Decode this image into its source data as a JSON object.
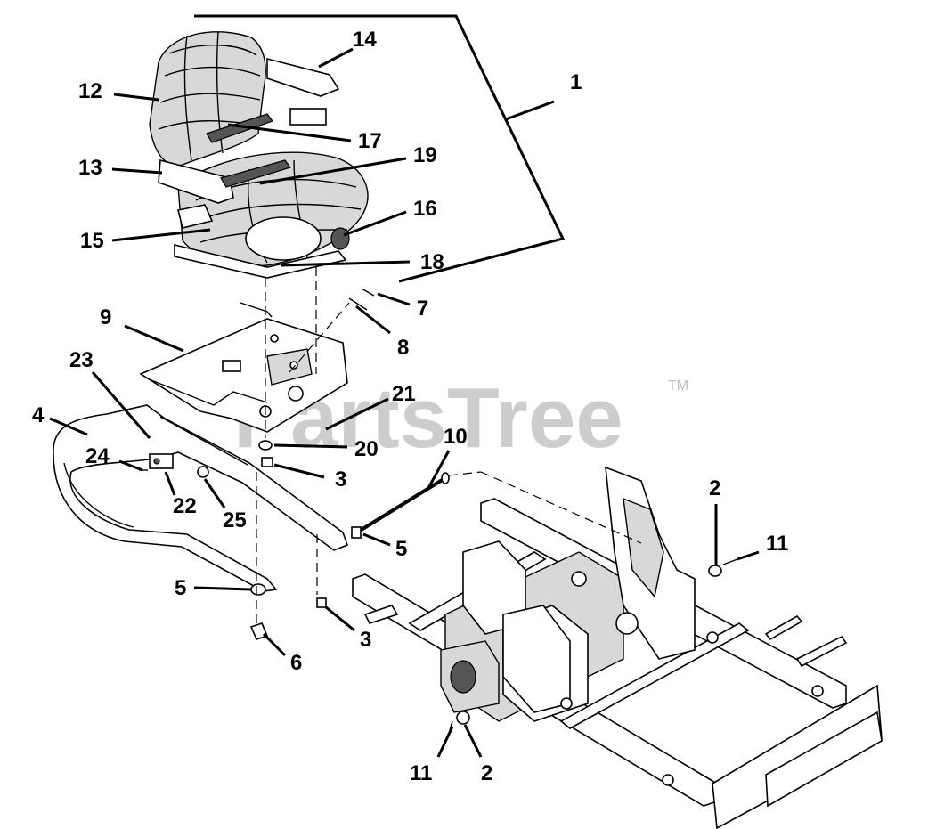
{
  "watermark": {
    "brand": "PartsTree",
    "trademark": "TM"
  },
  "callouts": {
    "c1": "1",
    "c2a": "2",
    "c2b": "2",
    "c3a": "3",
    "c3b": "3",
    "c4": "4",
    "c5a": "5",
    "c5b": "5",
    "c6": "6",
    "c7": "7",
    "c8": "8",
    "c9": "9",
    "c10": "10",
    "c11a": "11",
    "c11b": "11",
    "c12": "12",
    "c13": "13",
    "c14": "14",
    "c15": "15",
    "c16": "16",
    "c17": "17",
    "c18": "18",
    "c19": "19",
    "c20": "20",
    "c21": "21",
    "c22": "22",
    "c23": "23",
    "c24": "24",
    "c25": "25"
  },
  "parts": {
    "seat": "seat-assembly-icon",
    "seat_plate": "seat-plate-icon",
    "seat_rail": "seat-rail-icon",
    "frame": "mower-frame-icon",
    "rod": "pivot-rod-icon"
  }
}
